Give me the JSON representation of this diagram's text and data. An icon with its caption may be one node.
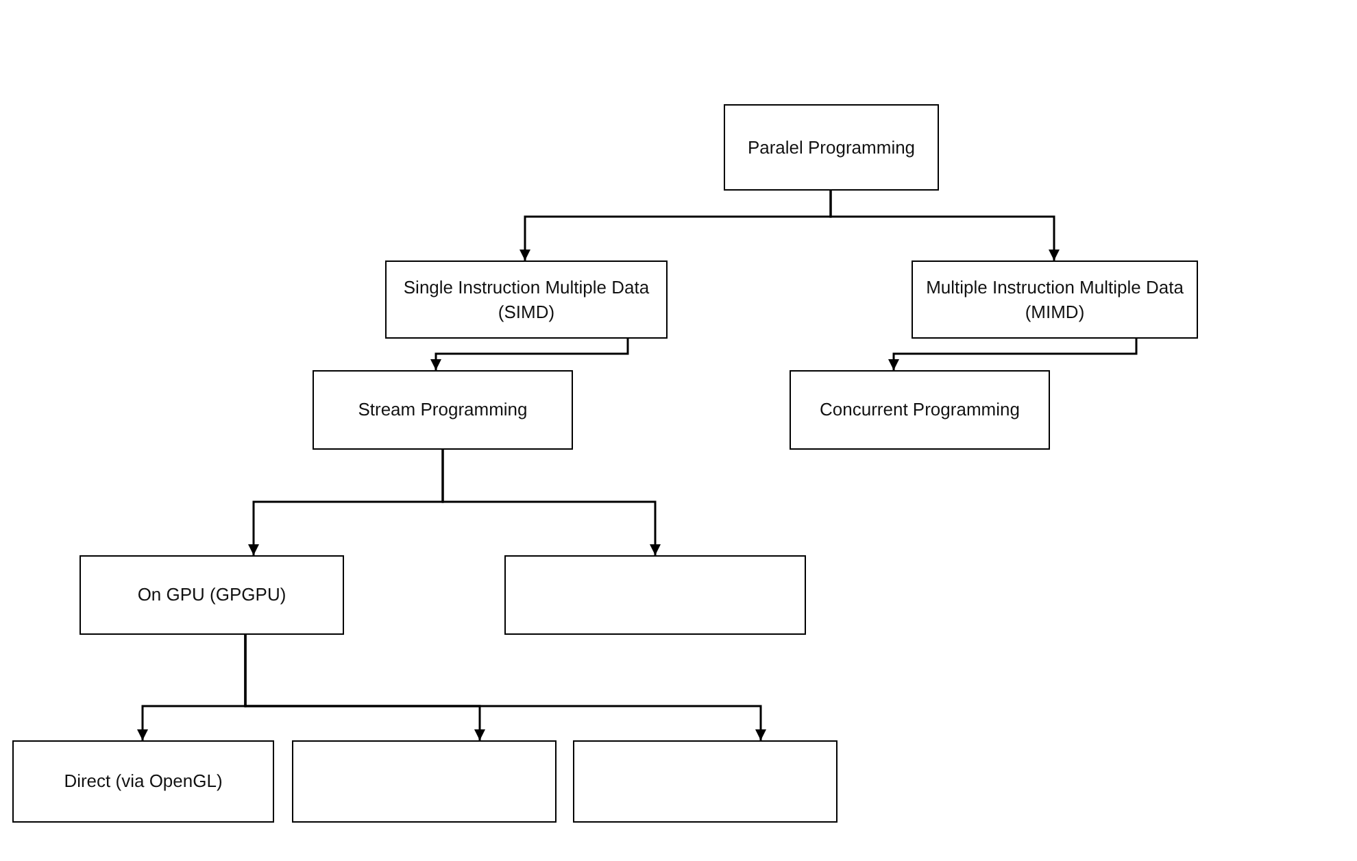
{
  "diagram": {
    "nodes": [
      {
        "text": [
          "Paralel Programming"
        ]
      },
      {
        "text": [
          "Single Instruction Multiple Data (SIMD)"
        ]
      },
      {
        "text": [
          "Multiple Instruction Multiple Data (MIMD)"
        ]
      },
      {
        "text": [
          "Stream Programming"
        ]
      },
      {
        "text": [
          "Concurrent Programming"
        ]
      },
      {
        "text": [
          "On GPU (GPGPU)"
        ]
      },
      {
        "text": [],
        "shape": "box"
      },
      {
        "text": [
          "Direct (via OpenGL)"
        ]
      },
      {
        "text": [],
        "shape": "box"
      },
      {
        "text": [],
        "shape": "box"
      }
    ],
    "edges": [
      {
        "from": 0,
        "to": 1,
        "arrow": "to"
      },
      {
        "from": 0,
        "to": 2,
        "arrow": "to"
      },
      {
        "from": 1,
        "to": 3,
        "arrow": "to"
      },
      {
        "from": 2,
        "to": 4,
        "arrow": "to"
      },
      {
        "from": 3,
        "to": 5,
        "arrow": "to"
      },
      {
        "from": 3,
        "to": 6,
        "arrow": "to"
      },
      {
        "from": 5,
        "to": 7,
        "arrow": "to"
      },
      {
        "from": 5,
        "to": 8,
        "arrow": "to"
      },
      {
        "from": 5,
        "to": 9,
        "arrow": "to"
      }
    ]
  }
}
